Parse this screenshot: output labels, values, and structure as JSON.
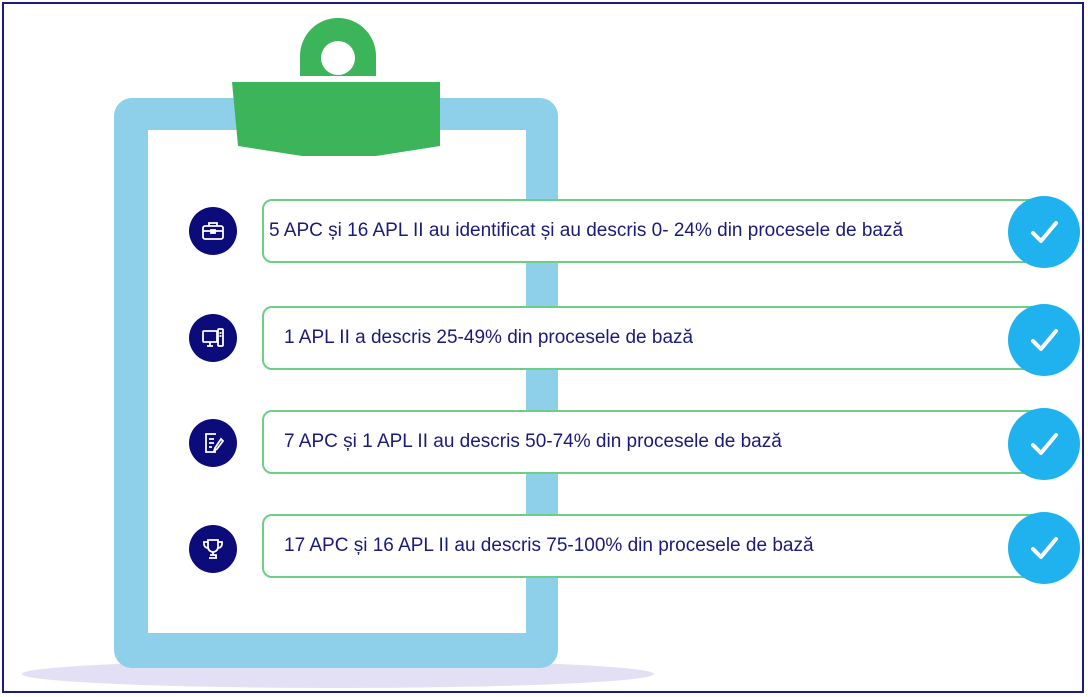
{
  "items": [
    {
      "text": "5 APC și 16 APL II au identificat și au descris 0- 24% din procesele de bază",
      "icon": "briefcase-icon"
    },
    {
      "text": "1 APL II a descris 25-49% din procesele de bază",
      "icon": "computer-icon"
    },
    {
      "text": "7 APC și 1 APL II au descris 50-74% din procesele de bază",
      "icon": "document-edit-icon"
    },
    {
      "text": "17 APC și 16 APL II au descris 75-100% din procesele de bază",
      "icon": "trophy-icon"
    }
  ],
  "colors": {
    "border": "#1c1c7a",
    "clipboard_board": "#8ecfea",
    "clip": "#3cb55a",
    "icon_circle": "#0b0b7a",
    "label_border": "#6ccf86",
    "label_text": "#1a1a7a",
    "check_circle": "#1fb2ef",
    "shadow": "#e3e0f6"
  }
}
